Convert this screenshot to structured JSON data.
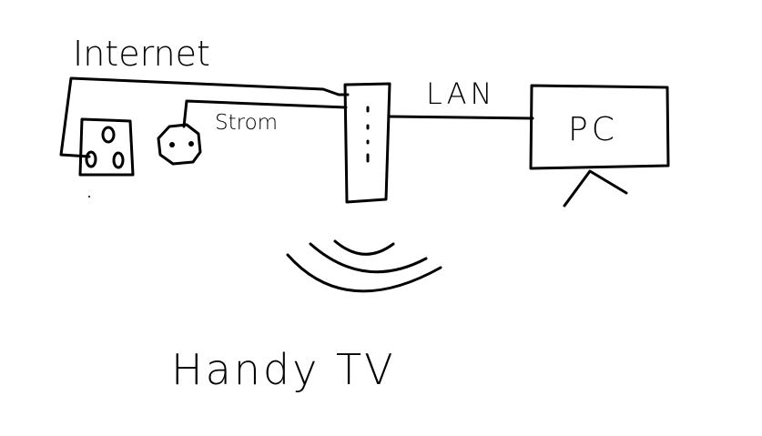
{
  "labels": {
    "internet": "Internet",
    "strom": "Strom",
    "lan": "LAN",
    "pc": "PC",
    "handy_tv": "Handy TV"
  },
  "colors": {
    "stroke": "#000000",
    "background": "#ffffff"
  }
}
